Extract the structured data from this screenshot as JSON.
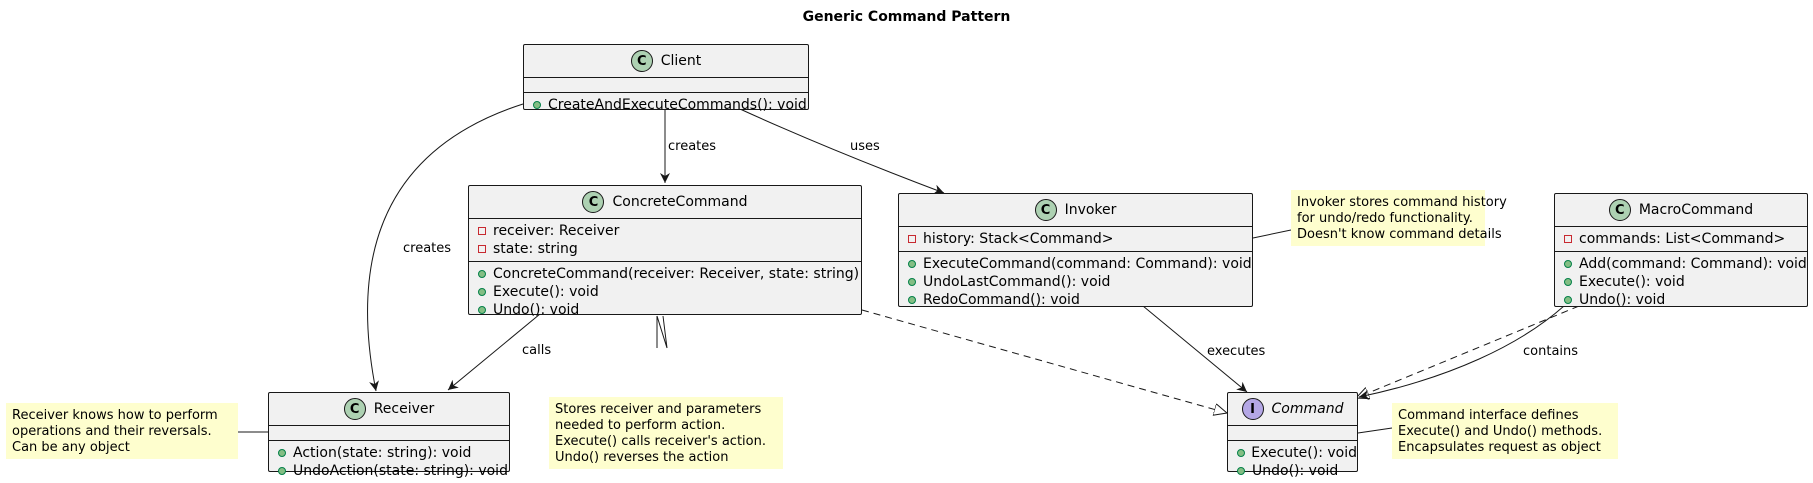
{
  "title": "Generic Command Pattern",
  "classes": {
    "client": {
      "name": "Client",
      "stereotype": "C",
      "fields": [],
      "methods": [
        {
          "vis": "+",
          "text": "CreateAndExecuteCommands(): void"
        }
      ]
    },
    "concrete": {
      "name": "ConcreteCommand",
      "stereotype": "C",
      "fields": [
        {
          "vis": "-",
          "text": "receiver: Receiver"
        },
        {
          "vis": "-",
          "text": "state: string"
        }
      ],
      "methods": [
        {
          "vis": "+",
          "text": "ConcreteCommand(receiver: Receiver, state: string)"
        },
        {
          "vis": "+",
          "text": "Execute(): void"
        },
        {
          "vis": "+",
          "text": "Undo(): void"
        }
      ]
    },
    "invoker": {
      "name": "Invoker",
      "stereotype": "C",
      "fields": [
        {
          "vis": "-",
          "text": "history: Stack<Command>"
        }
      ],
      "methods": [
        {
          "vis": "+",
          "text": "ExecuteCommand(command: Command): void"
        },
        {
          "vis": "+",
          "text": "UndoLastCommand(): void"
        },
        {
          "vis": "+",
          "text": "RedoCommand(): void"
        }
      ]
    },
    "macro": {
      "name": "MacroCommand",
      "stereotype": "C",
      "fields": [
        {
          "vis": "-",
          "text": "commands: List<Command>"
        }
      ],
      "methods": [
        {
          "vis": "+",
          "text": "Add(command: Command): void"
        },
        {
          "vis": "+",
          "text": "Execute(): void"
        },
        {
          "vis": "+",
          "text": "Undo(): void"
        }
      ]
    },
    "receiver": {
      "name": "Receiver",
      "stereotype": "C",
      "fields": [],
      "methods": [
        {
          "vis": "+",
          "text": "Action(state: string): void"
        },
        {
          "vis": "+",
          "text": "UndoAction(state: string): void"
        }
      ]
    },
    "command": {
      "name": "Command",
      "stereotype": "I",
      "fields": [],
      "methods": [
        {
          "vis": "+",
          "text": "Execute(): void"
        },
        {
          "vis": "+",
          "text": "Undo(): void"
        }
      ]
    }
  },
  "notes": {
    "invoker": [
      "Invoker stores command history",
      "for undo/redo functionality.",
      "Doesn't know command details"
    ],
    "receiver": [
      "Receiver knows how to perform",
      "operations and their reversals.",
      "Can be any object"
    ],
    "concrete": [
      "Stores receiver and parameters",
      "needed to perform action.",
      "Execute() calls receiver's action.",
      "Undo() reverses the action"
    ],
    "command": [
      "Command interface defines",
      "Execute() and Undo() methods.",
      "Encapsulates request as object"
    ]
  },
  "edge_labels": {
    "client_concrete": "creates",
    "client_invoker": "uses",
    "client_receiver": "creates",
    "concrete_receiver": "calls",
    "invoker_command": "executes",
    "macro_command": "contains"
  }
}
